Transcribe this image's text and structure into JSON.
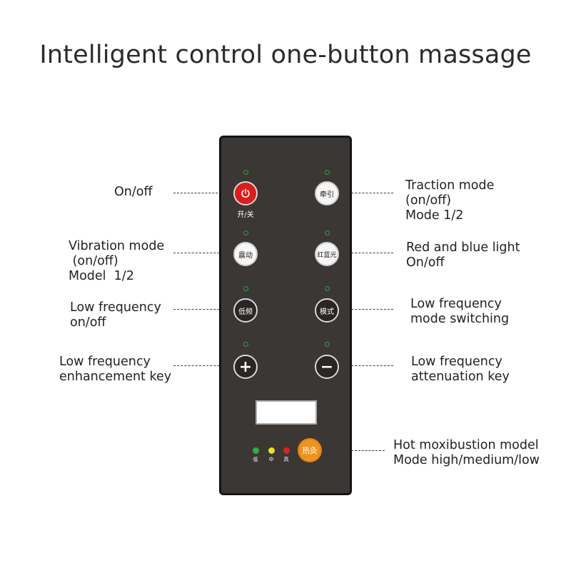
{
  "title": "Intelligent control one-button massage",
  "remote": {
    "power_sub": "开/关",
    "traction": "牵引",
    "vibration": "震动",
    "red_blue": "红蓝光",
    "low_freq": "低频",
    "mode": "模式",
    "plus": "+",
    "minus": "−",
    "hot": "热灸",
    "levels": [
      "低",
      "中",
      "高"
    ],
    "colors": {
      "body": "#3a3735",
      "power": "#e01b1b",
      "hot": "#f0921e",
      "level_low": "#2bb43b",
      "level_mid": "#f2e20f",
      "level_high": "#e81e1e",
      "indicator_led": "#3d9a45"
    }
  },
  "labels": {
    "on_off": "On/off",
    "traction": "Traction mode\n(on/off)\nMode 1/2",
    "vibration": "Vibration mode\n (on/off)\nModel  1/2",
    "red_blue": "Red and blue light\nOn/off",
    "low_freq": "Low frequency\non/off",
    "mode_switch": "Low frequency\nmode switching",
    "enhance": "Low frequency\nenhancement key",
    "attenuate": "Low frequency\nattenuation key",
    "hot": "Hot moxibustion model\nMode high/medium/low"
  }
}
